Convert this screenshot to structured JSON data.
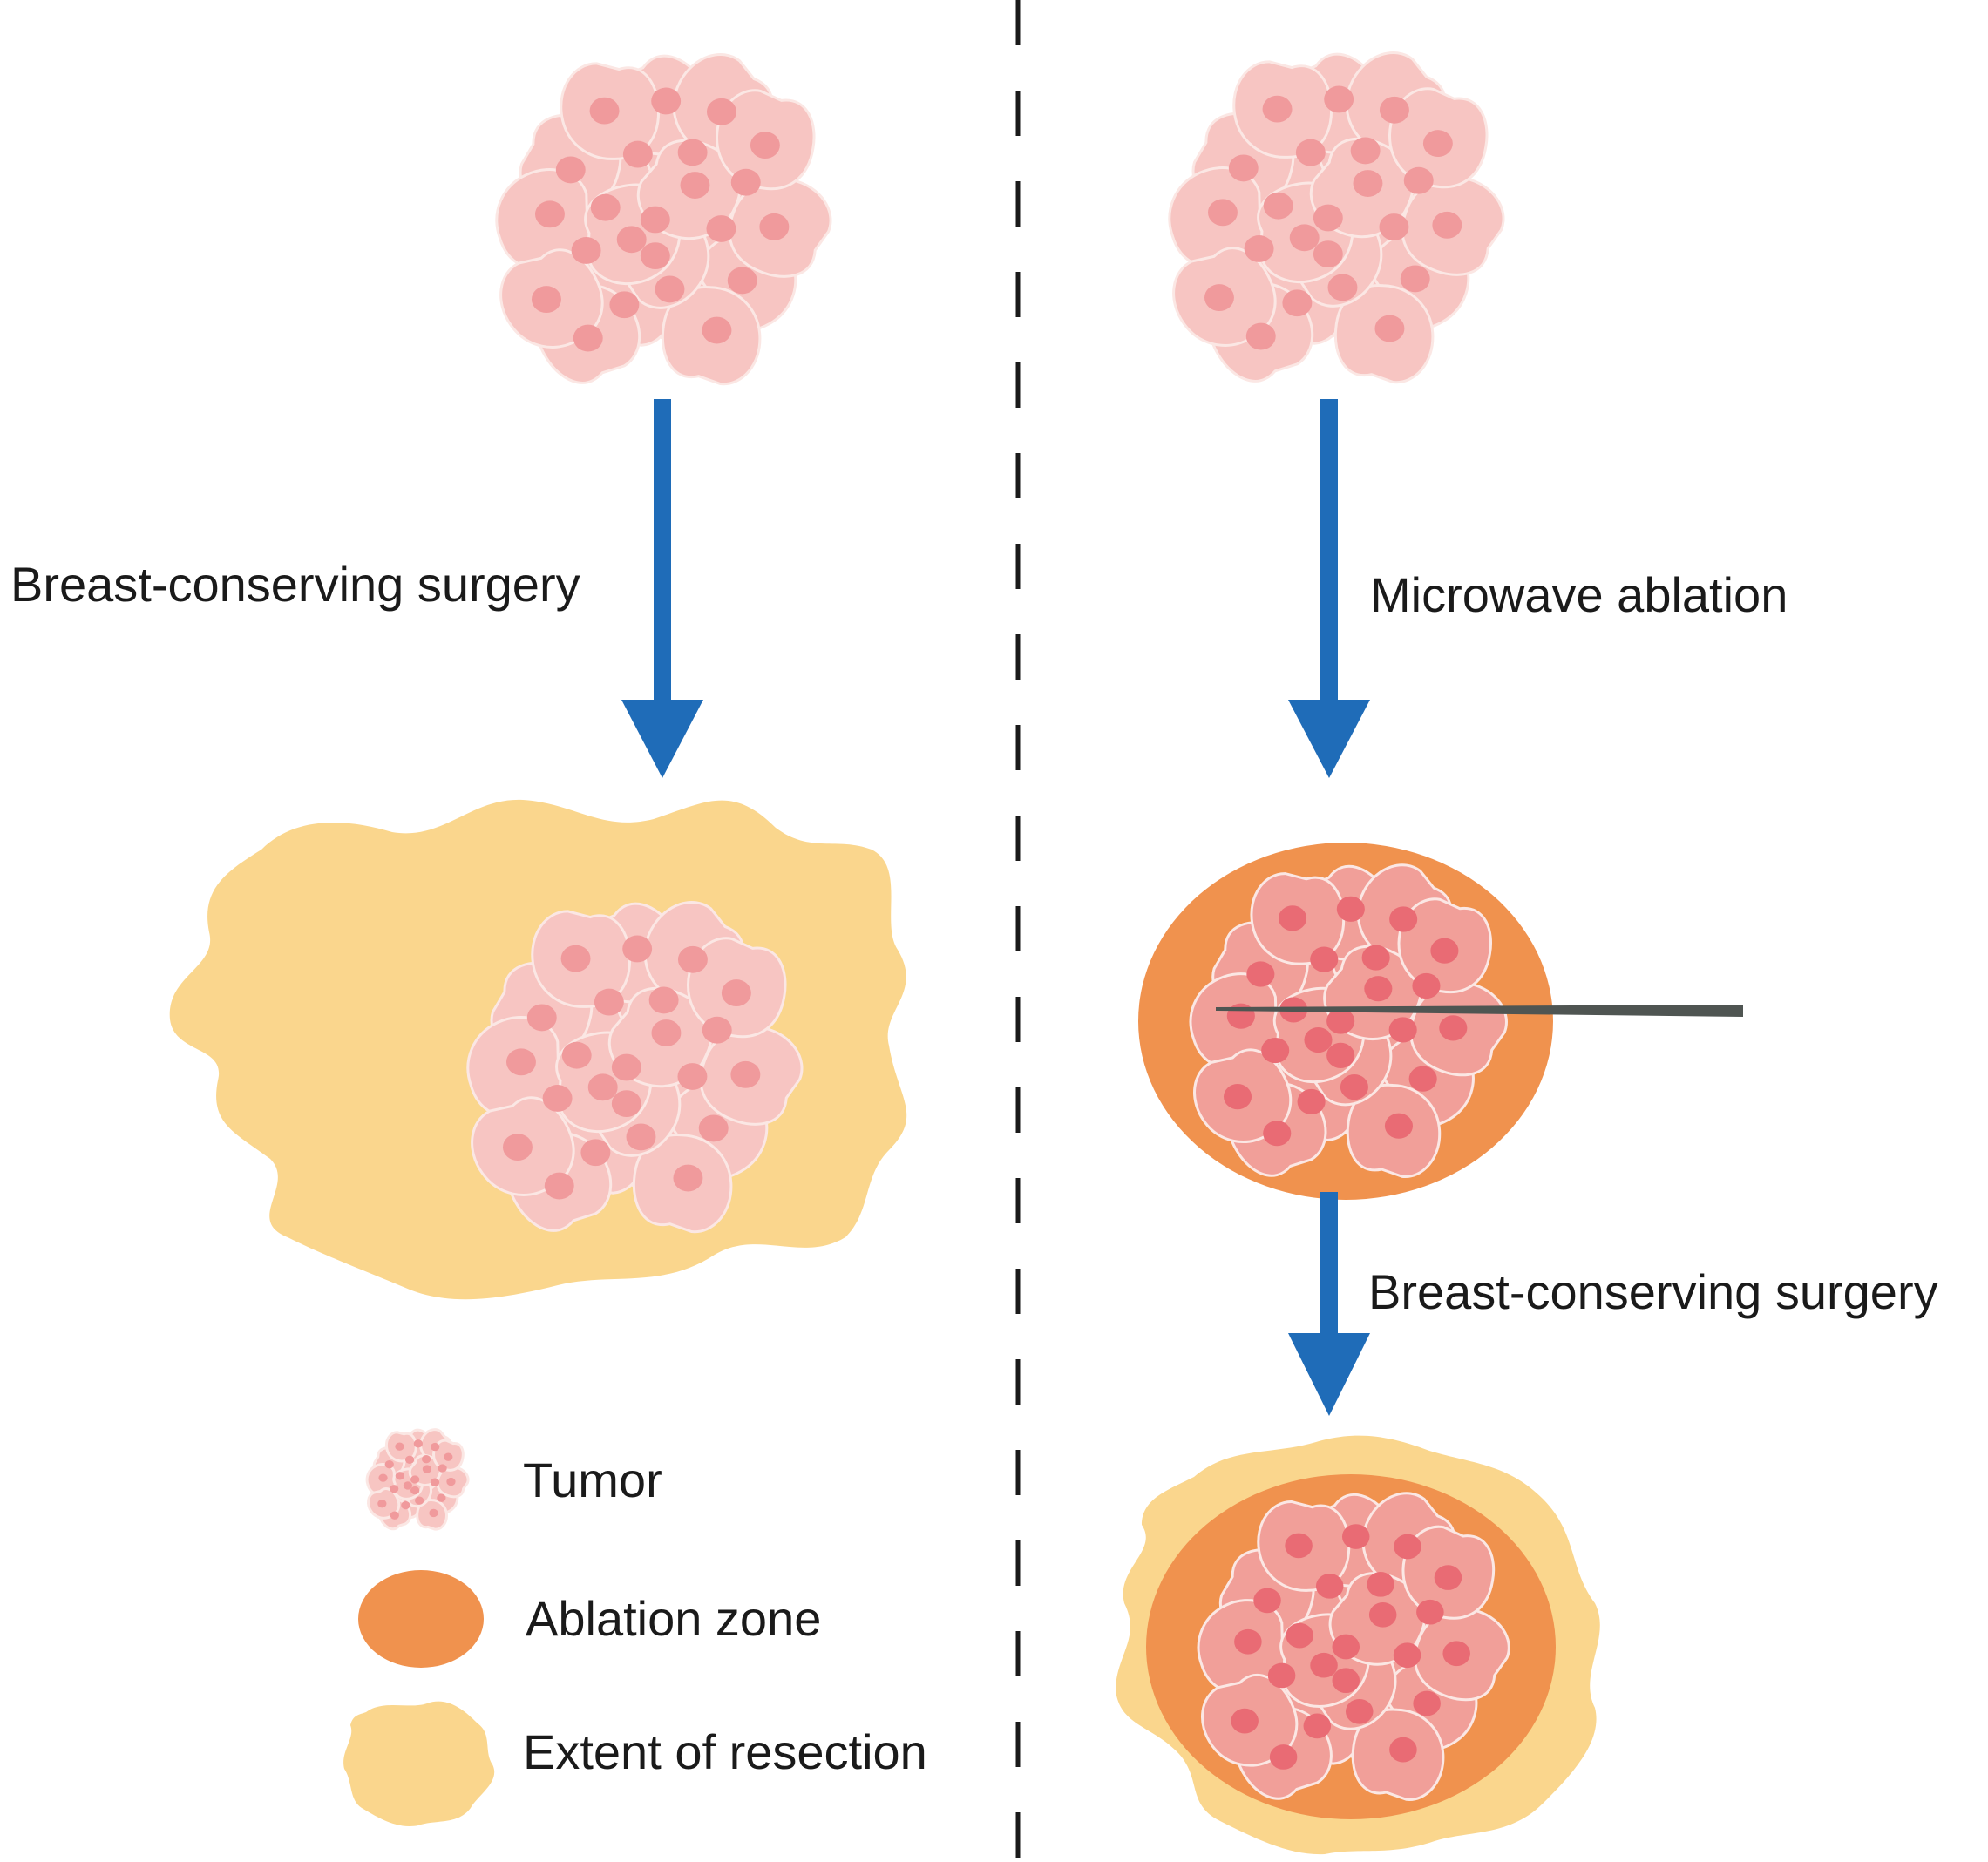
{
  "labels": {
    "left_step": "Breast-conserving surgery",
    "right_step_1": "Microwave ablation",
    "right_step_2": "Breast-conserving surgery"
  },
  "legend": {
    "tumor": "Tumor",
    "ablation_zone": "Ablation zone",
    "extent_of_resection": "Extent of resection"
  },
  "colors": {
    "tumor_cell": "#f7c5c2",
    "tumor_nucleus": "#f09a9c",
    "treated_cell": "#f19f99",
    "treated_nucleus": "#e96b74",
    "ablation_zone": "#f0924e",
    "resection": "#fad68d",
    "arrow": "#1f6cb8",
    "needle": "#4f5552",
    "divider": "#1a1a1a"
  }
}
